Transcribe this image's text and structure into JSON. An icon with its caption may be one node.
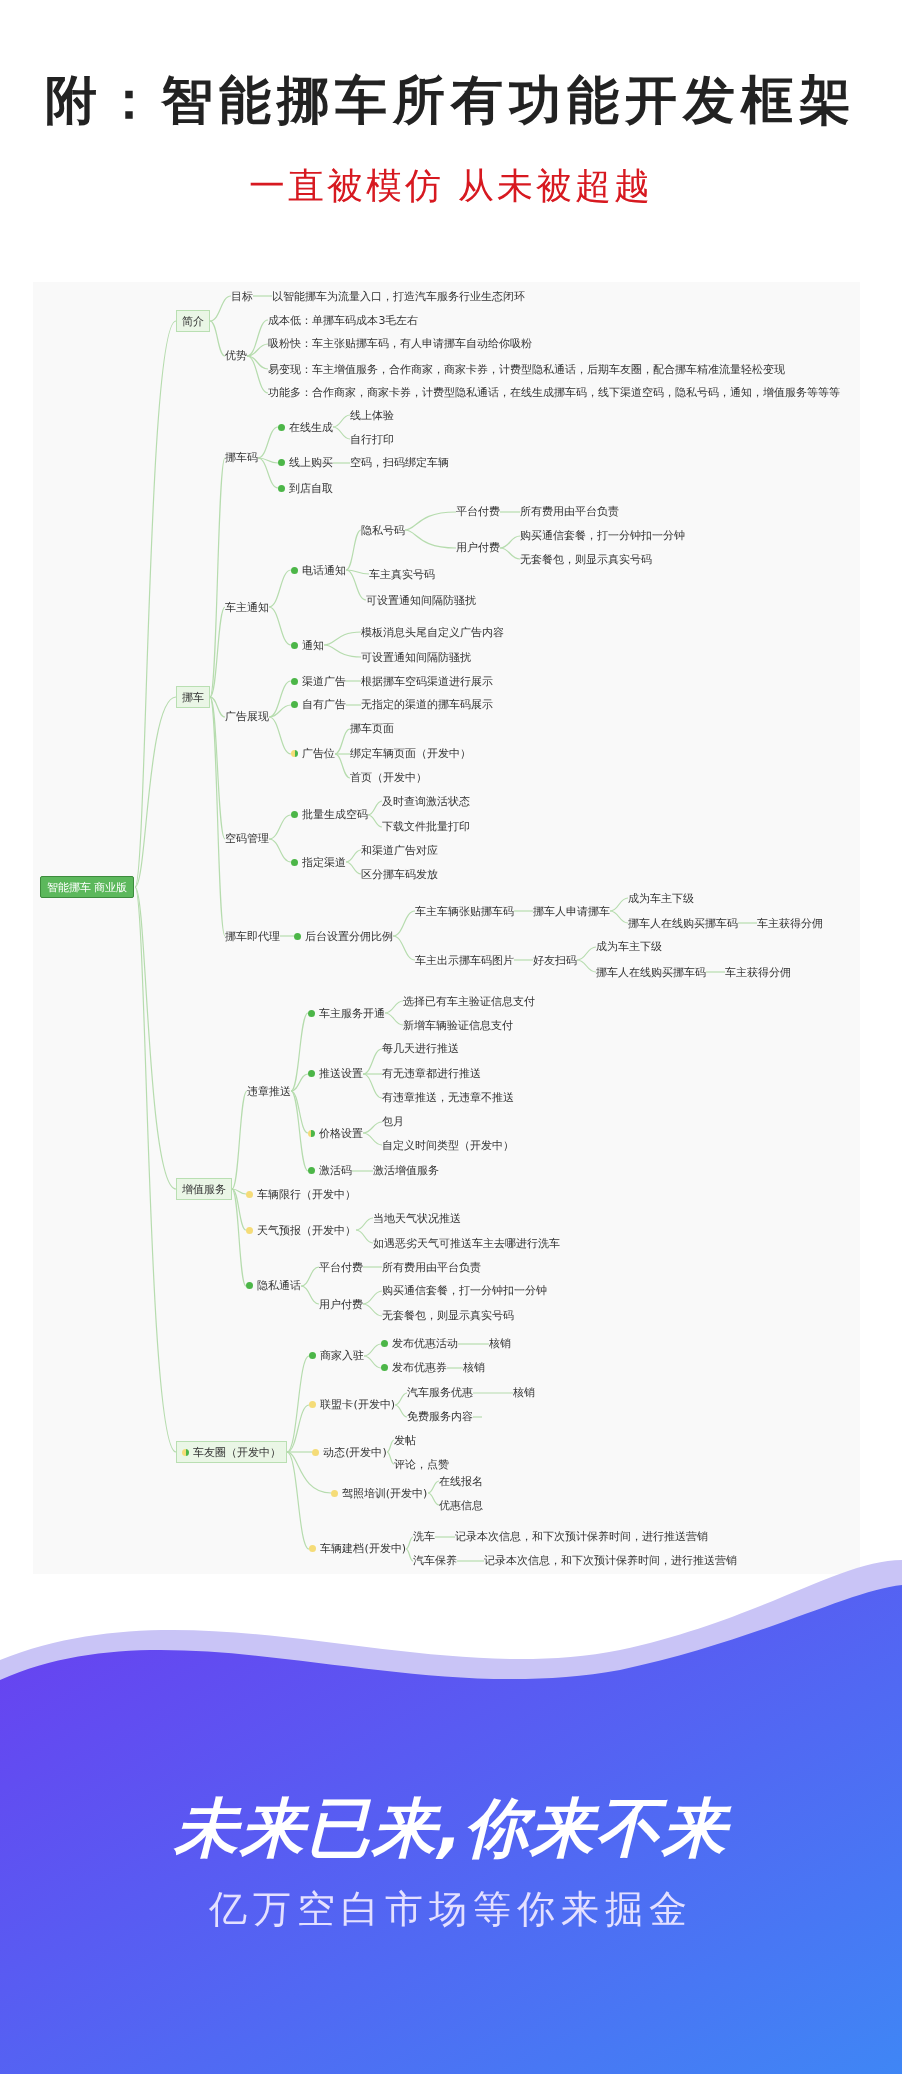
{
  "diagram": {
    "title": "附：智能挪车所有功能开发框架",
    "nodes": [
      {
        "text": [
          "智能挪车 商业版"
        ]
      },
      {
        "text": [
          "简介"
        ]
      },
      {
        "text": [
          "目标"
        ]
      },
      {
        "text": [
          "以智能挪车为流量入口，打造汽车服务行业生态闭环"
        ]
      },
      {
        "text": [
          "优势"
        ]
      },
      {
        "text": [
          "成本低：单挪车码成本3毛左右"
        ]
      },
      {
        "text": [
          "吸粉快：车主张贴挪车码，有人申请挪车自动给你吸粉"
        ]
      },
      {
        "text": [
          "易变现：车主增值服务，合作商家，商家卡券，计费型隐私通话，后期车友圈，配合挪车精准流量轻松变现"
        ]
      },
      {
        "text": [
          "功能多：合作商家，商家卡券，计费型隐私通话，在线生成挪车码，线下渠道空码，隐私号码，通知，增值服务等等等"
        ]
      },
      {
        "text": [
          "挪车"
        ]
      },
      {
        "text": [
          "挪车码"
        ]
      },
      {
        "text": [
          "在线生成"
        ]
      },
      {
        "text": [
          "线上体验"
        ]
      },
      {
        "text": [
          "自行打印"
        ]
      },
      {
        "text": [
          "线上购买"
        ]
      },
      {
        "text": [
          "空码，扫码绑定车辆"
        ]
      },
      {
        "text": [
          "到店自取"
        ]
      },
      {
        "text": [
          "车主通知"
        ]
      },
      {
        "text": [
          "电话通知"
        ]
      },
      {
        "text": [
          "隐私号码"
        ]
      },
      {
        "text": [
          "平台付费"
        ]
      },
      {
        "text": [
          "所有费用由平台负责"
        ]
      },
      {
        "text": [
          "用户付费"
        ]
      },
      {
        "text": [
          "购买通信套餐，打一分钟扣一分钟"
        ]
      },
      {
        "text": [
          "无套餐包，则显示真实号码"
        ]
      },
      {
        "text": [
          "车主真实号码"
        ]
      },
      {
        "text": [
          "可设置通知间隔防骚扰"
        ]
      },
      {
        "text": [
          "通知"
        ]
      },
      {
        "text": [
          "模板消息头尾自定义广告内容"
        ]
      },
      {
        "text": [
          "可设置通知间隔防骚扰"
        ]
      },
      {
        "text": [
          "广告展现"
        ]
      },
      {
        "text": [
          "渠道广告"
        ]
      },
      {
        "text": [
          "根据挪车空码渠道进行展示"
        ]
      },
      {
        "text": [
          "自有广告"
        ]
      },
      {
        "text": [
          "无指定的渠道的挪车码展示"
        ]
      },
      {
        "text": [
          "广告位"
        ]
      },
      {
        "text": [
          "挪车页面"
        ]
      },
      {
        "text": [
          "绑定车辆页面（开发中）"
        ]
      },
      {
        "text": [
          "首页（开发中）"
        ]
      },
      {
        "text": [
          "空码管理"
        ]
      },
      {
        "text": [
          "批量生成空码"
        ]
      },
      {
        "text": [
          "及时查询激活状态"
        ]
      },
      {
        "text": [
          "下载文件批量打印"
        ]
      },
      {
        "text": [
          "指定渠道"
        ]
      },
      {
        "text": [
          "和渠道广告对应"
        ]
      },
      {
        "text": [
          "区分挪车码发放"
        ]
      },
      {
        "text": [
          "挪车即代理"
        ]
      },
      {
        "text": [
          "后台设置分佣比例"
        ]
      },
      {
        "text": [
          "车主车辆张贴挪车码"
        ]
      },
      {
        "text": [
          "挪车人申请挪车"
        ]
      },
      {
        "text": [
          "成为车主下级"
        ]
      },
      {
        "text": [
          "挪车人在线购买挪车码"
        ]
      },
      {
        "text": [
          "车主获得分佣"
        ]
      },
      {
        "text": [
          "车主出示挪车码图片"
        ]
      },
      {
        "text": [
          "好友扫码"
        ]
      },
      {
        "text": [
          "成为车主下级"
        ]
      },
      {
        "text": [
          "挪车人在线购买挪车码"
        ]
      },
      {
        "text": [
          "车主获得分佣"
        ]
      },
      {
        "text": [
          "增值服务"
        ]
      },
      {
        "text": [
          "违章推送"
        ]
      },
      {
        "text": [
          "车主服务开通"
        ]
      },
      {
        "text": [
          "选择已有车主验证信息支付"
        ]
      },
      {
        "text": [
          "新增车辆验证信息支付"
        ]
      },
      {
        "text": [
          "推送设置"
        ]
      },
      {
        "text": [
          "每几天进行推送"
        ]
      },
      {
        "text": [
          "有无违章都进行推送"
        ]
      },
      {
        "text": [
          "有违章推送，无违章不推送"
        ]
      },
      {
        "text": [
          "价格设置"
        ]
      },
      {
        "text": [
          "包月"
        ]
      },
      {
        "text": [
          "自定义时间类型（开发中）"
        ]
      },
      {
        "text": [
          "激活码"
        ]
      },
      {
        "text": [
          "激活增值服务"
        ]
      },
      {
        "text": [
          "车辆限行（开发中）"
        ]
      },
      {
        "text": [
          "天气预报（开发中）"
        ]
      },
      {
        "text": [
          "当地天气状况推送"
        ]
      },
      {
        "text": [
          "如遇恶劣天气可推送车主去哪进行洗车"
        ]
      },
      {
        "text": [
          "隐私通话"
        ]
      },
      {
        "text": [
          "平台付费"
        ]
      },
      {
        "text": [
          "所有费用由平台负责"
        ]
      },
      {
        "text": [
          "用户付费"
        ]
      },
      {
        "text": [
          "购买通信套餐，打一分钟扣一分钟"
        ]
      },
      {
        "text": [
          "无套餐包，则显示真实号码"
        ]
      },
      {
        "text": [
          "车友圈（开发中）"
        ]
      },
      {
        "text": [
          "商家入驻"
        ]
      },
      {
        "text": [
          "发布优惠活动"
        ]
      },
      {
        "text": [
          "核销"
        ]
      },
      {
        "text": [
          "发布优惠券"
        ]
      },
      {
        "text": [
          "核销"
        ]
      },
      {
        "text": [
          "联盟卡(开发中)"
        ]
      },
      {
        "text": [
          "汽车服务优惠"
        ]
      },
      {
        "text": [
          "核销"
        ]
      },
      {
        "text": [
          "免费服务内容"
        ]
      },
      {
        "text": [
          "动态(开发中)"
        ]
      },
      {
        "text": [
          "发帖"
        ]
      },
      {
        "text": [
          "评论，点赞"
        ]
      },
      {
        "text": [
          "驾照培训(开发中)"
        ]
      },
      {
        "text": [
          "在线报名"
        ]
      },
      {
        "text": [
          "优惠信息"
        ]
      },
      {
        "text": [
          "车辆建档(开发中)"
        ]
      },
      {
        "text": [
          "洗车"
        ]
      },
      {
        "text": [
          "记录本次信息，和下次预计保养时间，进行推送营销"
        ]
      },
      {
        "text": [
          "汽车保养"
        ]
      },
      {
        "text": [
          "记录本次信息，和下次预计保养时间，进行推送营销"
        ]
      }
    ],
    "edges": [
      {
        "from": 0,
        "to": 1,
        "arrow": "none"
      },
      {
        "from": 1,
        "to": 2,
        "arrow": "none"
      },
      {
        "from": 2,
        "to": 3,
        "arrow": "none"
      },
      {
        "from": 1,
        "to": 4,
        "arrow": "none"
      },
      {
        "from": 4,
        "to": 5,
        "arrow": "none"
      },
      {
        "from": 4,
        "to": 6,
        "arrow": "none"
      },
      {
        "from": 4,
        "to": 7,
        "arrow": "none"
      },
      {
        "from": 4,
        "to": 8,
        "arrow": "none"
      },
      {
        "from": 0,
        "to": 9,
        "arrow": "none"
      },
      {
        "from": 9,
        "to": 10,
        "arrow": "none"
      },
      {
        "from": 10,
        "to": 11,
        "arrow": "none"
      },
      {
        "from": 11,
        "to": 12,
        "arrow": "none"
      },
      {
        "from": 11,
        "to": 13,
        "arrow": "none"
      },
      {
        "from": 10,
        "to": 14,
        "arrow": "none"
      },
      {
        "from": 14,
        "to": 15,
        "arrow": "none"
      },
      {
        "from": 10,
        "to": 16,
        "arrow": "none"
      },
      {
        "from": 9,
        "to": 17,
        "arrow": "none"
      },
      {
        "from": 17,
        "to": 18,
        "arrow": "none"
      },
      {
        "from": 18,
        "to": 19,
        "arrow": "none"
      },
      {
        "from": 19,
        "to": 20,
        "arrow": "none"
      },
      {
        "from": 20,
        "to": 21,
        "arrow": "none"
      },
      {
        "from": 19,
        "to": 22,
        "arrow": "none"
      },
      {
        "from": 22,
        "to": 23,
        "arrow": "none"
      },
      {
        "from": 22,
        "to": 24,
        "arrow": "none"
      },
      {
        "from": 18,
        "to": 25,
        "arrow": "none"
      },
      {
        "from": 18,
        "to": 26,
        "arrow": "none"
      },
      {
        "from": 17,
        "to": 27,
        "arrow": "none"
      },
      {
        "from": 27,
        "to": 28,
        "arrow": "none"
      },
      {
        "from": 27,
        "to": 29,
        "arrow": "none"
      },
      {
        "from": 9,
        "to": 30,
        "arrow": "none"
      },
      {
        "from": 30,
        "to": 31,
        "arrow": "none"
      },
      {
        "from": 31,
        "to": 32,
        "arrow": "none"
      },
      {
        "from": 30,
        "to": 33,
        "arrow": "none"
      },
      {
        "from": 33,
        "to": 34,
        "arrow": "none"
      },
      {
        "from": 30,
        "to": 35,
        "arrow": "none"
      },
      {
        "from": 35,
        "to": 36,
        "arrow": "none"
      },
      {
        "from": 35,
        "to": 37,
        "arrow": "none"
      },
      {
        "from": 35,
        "to": 38,
        "arrow": "none"
      },
      {
        "from": 9,
        "to": 39,
        "arrow": "none"
      },
      {
        "from": 39,
        "to": 40,
        "arrow": "none"
      },
      {
        "from": 40,
        "to": 41,
        "arrow": "none"
      },
      {
        "from": 40,
        "to": 42,
        "arrow": "none"
      },
      {
        "from": 39,
        "to": 43,
        "arrow": "none"
      },
      {
        "from": 43,
        "to": 44,
        "arrow": "none"
      },
      {
        "from": 43,
        "to": 45,
        "arrow": "none"
      },
      {
        "from": 9,
        "to": 46,
        "arrow": "none"
      },
      {
        "from": 46,
        "to": 47,
        "arrow": "none"
      },
      {
        "from": 47,
        "to": 48,
        "arrow": "none"
      },
      {
        "from": 48,
        "to": 49,
        "arrow": "none"
      },
      {
        "from": 49,
        "to": 50,
        "arrow": "none"
      },
      {
        "from": 49,
        "to": 51,
        "arrow": "none"
      },
      {
        "from": 51,
        "to": 52,
        "arrow": "none"
      },
      {
        "from": 47,
        "to": 53,
        "arrow": "none"
      },
      {
        "from": 53,
        "to": 54,
        "arrow": "none"
      },
      {
        "from": 54,
        "to": 55,
        "arrow": "none"
      },
      {
        "from": 54,
        "to": 56,
        "arrow": "none"
      },
      {
        "from": 56,
        "to": 57,
        "arrow": "none"
      },
      {
        "from": 0,
        "to": 58,
        "arrow": "none"
      },
      {
        "from": 58,
        "to": 59,
        "arrow": "none"
      },
      {
        "from": 59,
        "to": 60,
        "arrow": "none"
      },
      {
        "from": 60,
        "to": 61,
        "arrow": "none"
      },
      {
        "from": 60,
        "to": 62,
        "arrow": "none"
      },
      {
        "from": 59,
        "to": 63,
        "arrow": "none"
      },
      {
        "from": 63,
        "to": 64,
        "arrow": "none"
      },
      {
        "from": 63,
        "to": 65,
        "arrow": "none"
      },
      {
        "from": 63,
        "to": 66,
        "arrow": "none"
      },
      {
        "from": 59,
        "to": 67,
        "arrow": "none"
      },
      {
        "from": 67,
        "to": 68,
        "arrow": "none"
      },
      {
        "from": 67,
        "to": 69,
        "arrow": "none"
      },
      {
        "from": 59,
        "to": 70,
        "arrow": "none"
      },
      {
        "from": 70,
        "to": 71,
        "arrow": "none"
      },
      {
        "from": 58,
        "to": 72,
        "arrow": "none"
      },
      {
        "from": 58,
        "to": 73,
        "arrow": "none"
      },
      {
        "from": 73,
        "to": 74,
        "arrow": "none"
      },
      {
        "from": 73,
        "to": 75,
        "arrow": "none"
      },
      {
        "from": 58,
        "to": 76,
        "arrow": "none"
      },
      {
        "from": 76,
        "to": 77,
        "arrow": "none"
      },
      {
        "from": 77,
        "to": 78,
        "arrow": "none"
      },
      {
        "from": 76,
        "to": 79,
        "arrow": "none"
      },
      {
        "from": 79,
        "to": 80,
        "arrow": "none"
      },
      {
        "from": 79,
        "to": 81,
        "arrow": "none"
      },
      {
        "from": 0,
        "to": 82,
        "arrow": "none"
      },
      {
        "from": 82,
        "to": 83,
        "arrow": "none"
      },
      {
        "from": 83,
        "to": 84,
        "arrow": "none"
      },
      {
        "from": 84,
        "to": 85,
        "arrow": "none"
      },
      {
        "from": 83,
        "to": 86,
        "arrow": "none"
      },
      {
        "from": 86,
        "to": 87,
        "arrow": "none"
      },
      {
        "from": 82,
        "to": 88,
        "arrow": "none"
      },
      {
        "from": 88,
        "to": 89,
        "arrow": "none"
      },
      {
        "from": 89,
        "to": 90,
        "arrow": "none"
      },
      {
        "from": 88,
        "to": 91,
        "arrow": "none"
      },
      {
        "from": 91,
        "to": null,
        "arrow": "none"
      },
      {
        "from": 82,
        "to": 92,
        "arrow": "none"
      },
      {
        "from": 92,
        "to": 93,
        "arrow": "none"
      },
      {
        "from": 92,
        "to": 94,
        "arrow": "none"
      },
      {
        "from": 82,
        "to": 95,
        "arrow": "none"
      },
      {
        "from": 95,
        "to": 96,
        "arrow": "none"
      },
      {
        "from": 95,
        "to": 97,
        "arrow": "none"
      },
      {
        "from": 82,
        "to": 98,
        "arrow": "none"
      },
      {
        "from": 98,
        "to": 99,
        "arrow": "none"
      },
      {
        "from": 99,
        "to": 100,
        "arrow": "none"
      },
      {
        "from": 98,
        "to": 101,
        "arrow": "none"
      },
      {
        "from": 101,
        "to": 102,
        "arrow": "none"
      }
    ],
    "labels": [
      "一直被模仿 从未被超越",
      "未来已来,你来不来",
      "亿万空白市场等你来掘金"
    ]
  }
}
